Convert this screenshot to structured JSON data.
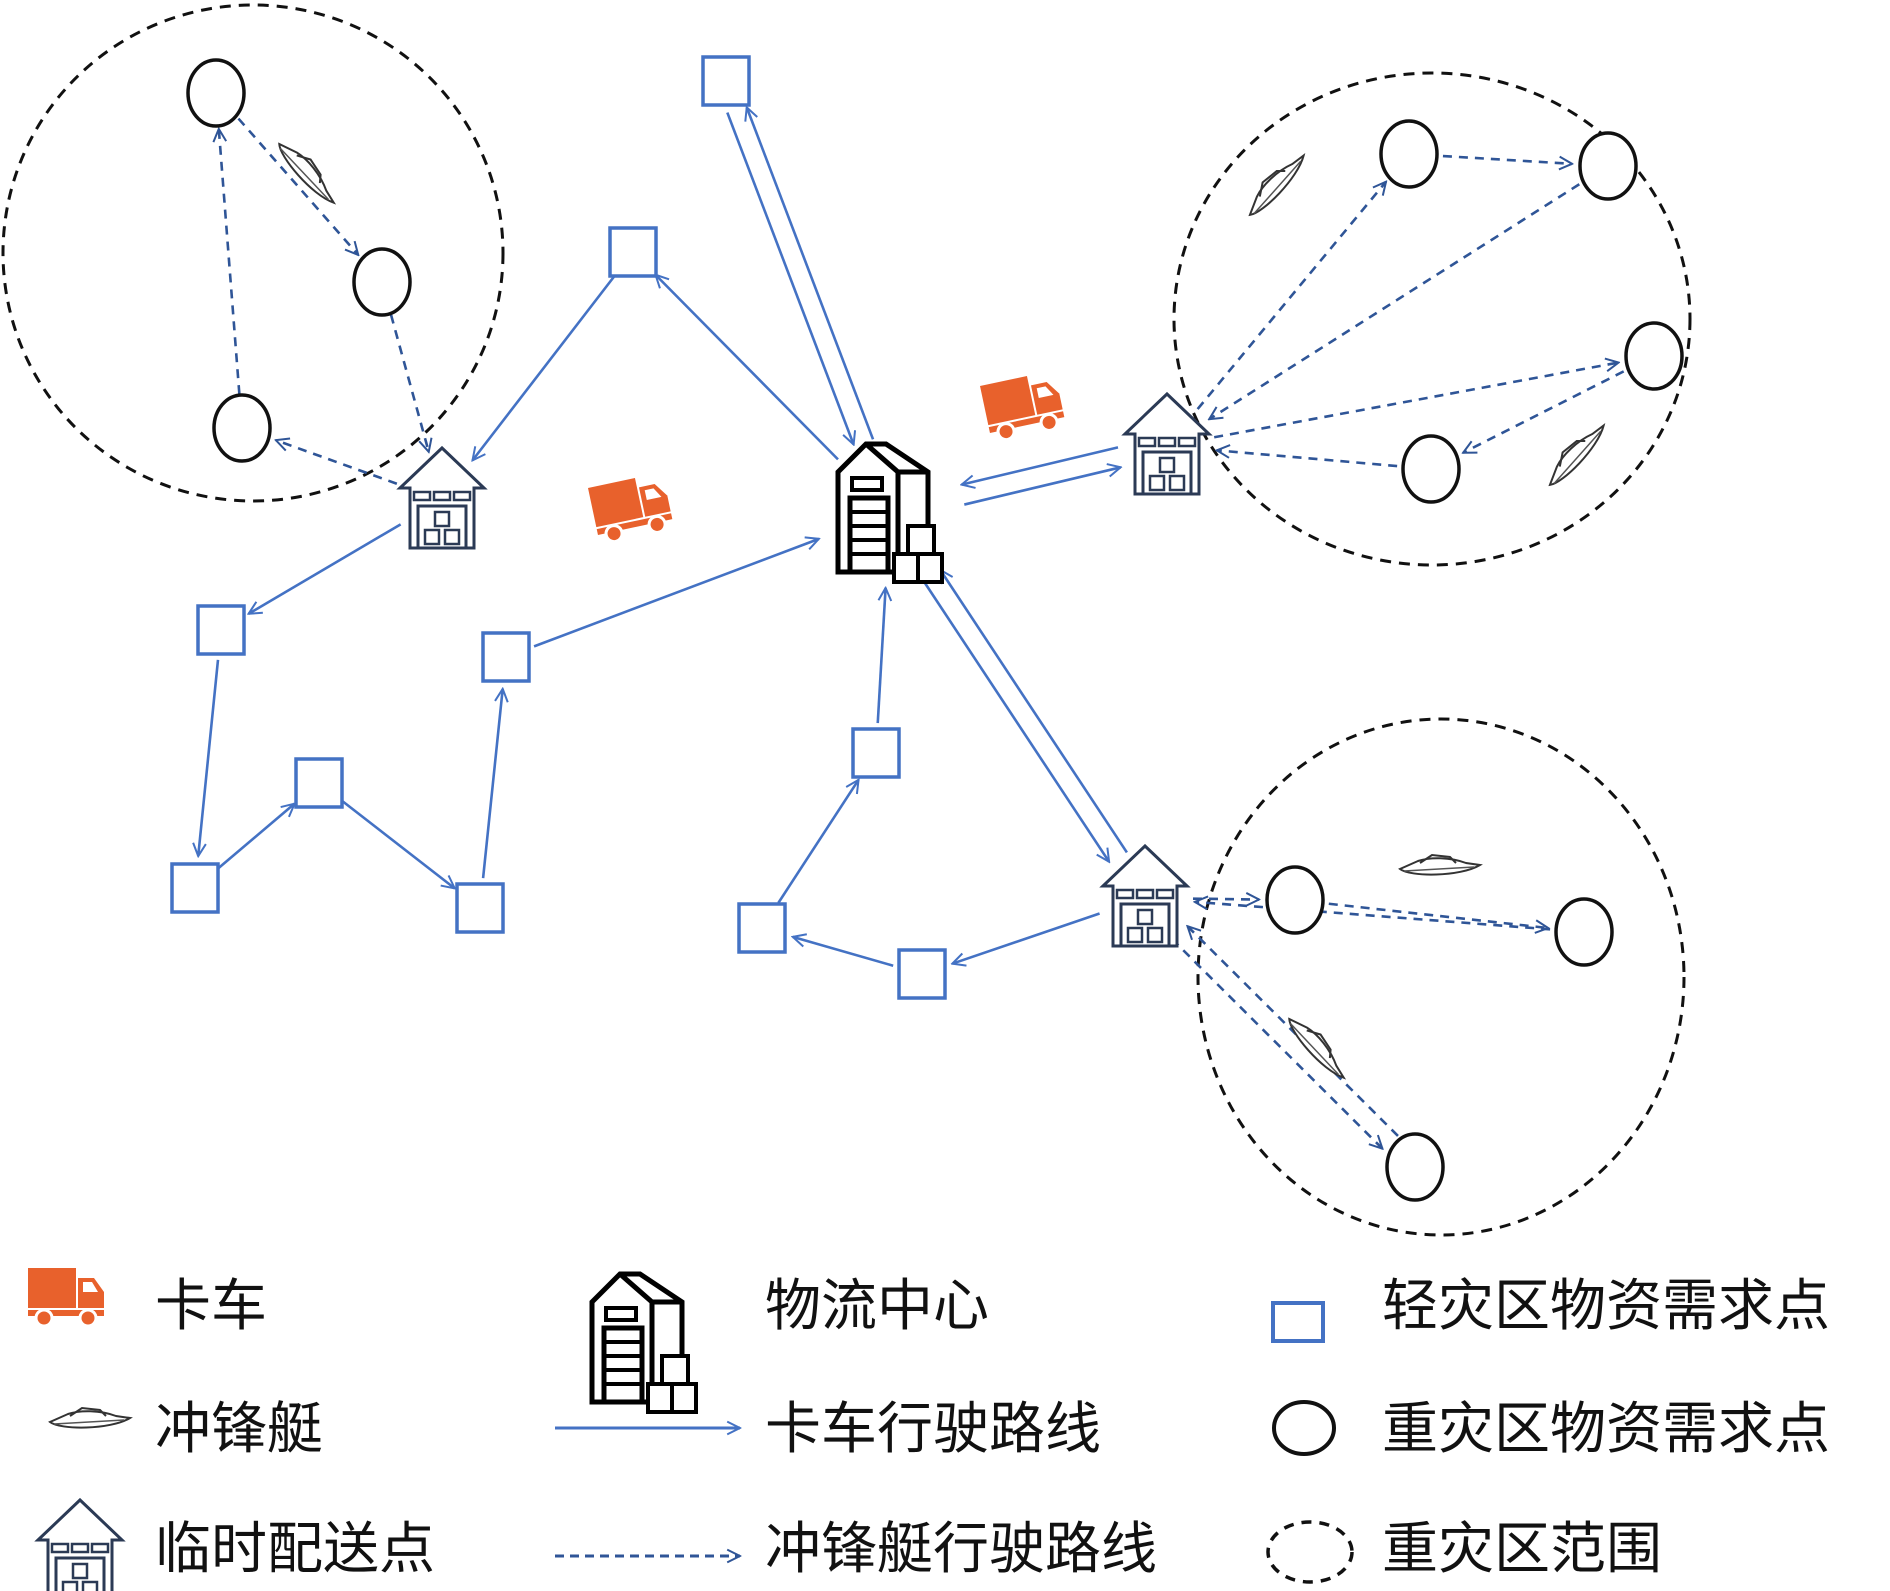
{
  "colors": {
    "route": "#4472C4",
    "boat_route": "#2F5597",
    "truck": "#E8612C",
    "zone": "#111111",
    "node": "#111111",
    "depot": "#2B3A55"
  },
  "legend": {
    "truck": "卡车",
    "boat": "冲锋艇",
    "temp_depot": "临时配送点",
    "logistics_center": "物流中心",
    "truck_route": "卡车行驶路线",
    "boat_route": "冲锋艇行驶路线",
    "light_demand": "轻灾区物资需求点",
    "heavy_demand": "重灾区物资需求点",
    "heavy_zone": "重灾区范围"
  },
  "nodes": {
    "center": {
      "id": "C",
      "type": "logistics_center"
    },
    "depots": [
      {
        "id": "D1",
        "type": "temp_depot"
      },
      {
        "id": "D2",
        "type": "temp_depot"
      },
      {
        "id": "D3",
        "type": "temp_depot"
      }
    ],
    "light_points": [
      "L1",
      "L2",
      "L3",
      "L4",
      "L5",
      "L6",
      "L7",
      "L8",
      "L9",
      "L10"
    ],
    "heavy_points": [
      "H1",
      "H2",
      "H3",
      "H4",
      "H5",
      "H6",
      "H7",
      "H8",
      "H9",
      "H10"
    ],
    "zones": [
      "Z1",
      "Z2",
      "Z3"
    ]
  },
  "truck_routes": [
    [
      "C",
      "L1"
    ],
    [
      "L1",
      "C"
    ],
    [
      "L2",
      "D1"
    ],
    [
      "C",
      "L2"
    ],
    [
      "D1",
      "L3"
    ],
    [
      "L3",
      "L6"
    ],
    [
      "L6",
      "L5"
    ],
    [
      "L5",
      "L7"
    ],
    [
      "L7",
      "L4"
    ],
    [
      "L4",
      "C"
    ],
    [
      "C",
      "D2"
    ],
    [
      "D2",
      "C"
    ],
    [
      "C",
      "D3"
    ],
    [
      "D3",
      "C"
    ],
    [
      "D3",
      "L10"
    ],
    [
      "L10",
      "L9"
    ],
    [
      "L9",
      "L8"
    ],
    [
      "L8",
      "C"
    ]
  ],
  "boat_routes": [
    [
      "H1",
      "H2"
    ],
    [
      "H2",
      "D1"
    ],
    [
      "D1",
      "H3"
    ],
    [
      "H3",
      "H1"
    ],
    [
      "D2",
      "H4"
    ],
    [
      "H4",
      "H5"
    ],
    [
      "H5",
      "D2"
    ],
    [
      "D2",
      "H6"
    ],
    [
      "H6",
      "H7"
    ],
    [
      "H7",
      "D2"
    ],
    [
      "D3",
      "H8"
    ],
    [
      "H8",
      "H9"
    ],
    [
      "H9",
      "D3"
    ],
    [
      "D3",
      "H10"
    ],
    [
      "H10",
      "D3"
    ]
  ]
}
